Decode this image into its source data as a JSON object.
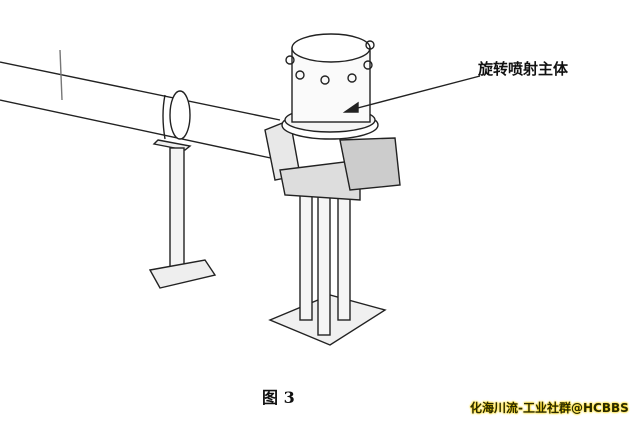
{
  "callout_label": "旋转喷射主体",
  "caption": "图 3",
  "watermark": "化海川流-工业社群@HCBBS"
}
